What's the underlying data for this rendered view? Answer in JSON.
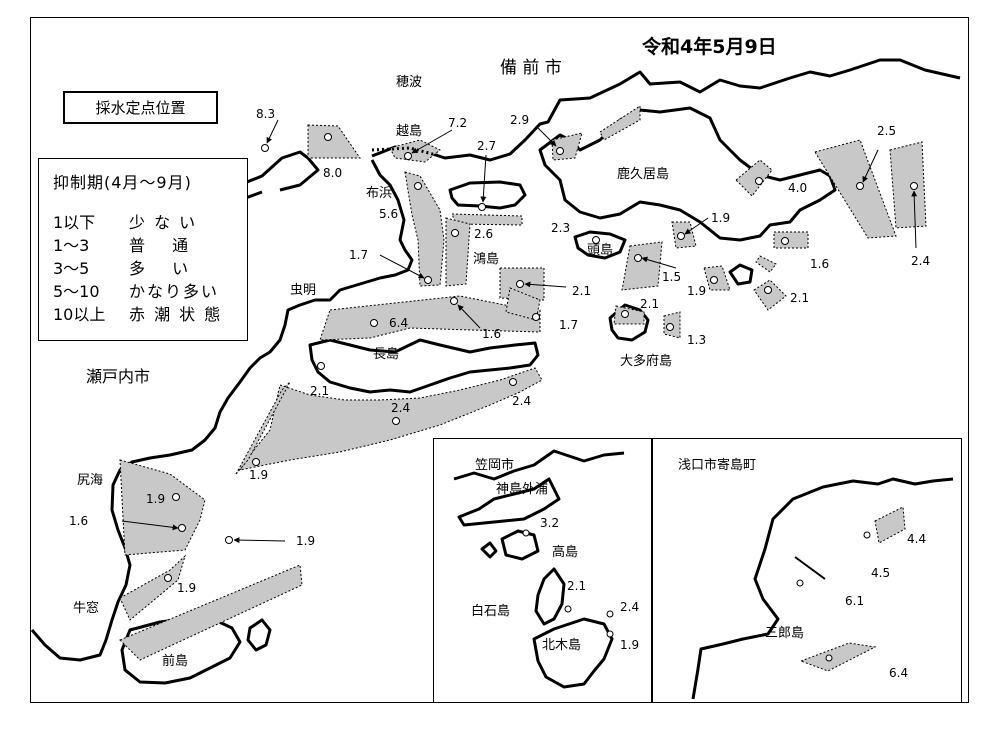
{
  "date": "令和4年5月9日",
  "title": "採水定点位置",
  "legend": {
    "title": "抑制期(4月〜9月)",
    "rows": [
      {
        "range": "1以下",
        "desc": "少 な い"
      },
      {
        "range": "1〜3",
        "desc": "普　 通"
      },
      {
        "range": "3〜5",
        "desc": "多　 い"
      },
      {
        "range": "5〜10",
        "desc": "かなり多い"
      },
      {
        "range": "10以上",
        "desc": "赤 潮 状 態"
      }
    ]
  },
  "places": {
    "bizen": "備 前 市",
    "hoha": "穂波",
    "koshijima": "越島",
    "nunohama": "布浜",
    "kashikojima": "鹿久居島",
    "kashirajima": "頭島",
    "kounoshima": "鴻島",
    "mushiake": "虫明",
    "nagashima": "長島",
    "setouchi": "瀬戸内市",
    "shiriumi": "尻海",
    "ushimado": "牛窓",
    "maejima": "前島",
    "otabushima": "大多府島",
    "kasaoka": "笠岡市",
    "kounoshima_sotoura": "神島外浦",
    "takashima": "高島",
    "shiraishijima": "白石島",
    "kitagishima": "北木島",
    "asakuchi": "浅口市寄島町",
    "saburojima": "三郎島"
  },
  "stations": {
    "s1": "8.3",
    "s2": "8.0",
    "s3": "7.2",
    "s4": "2.9",
    "s5": "2.7",
    "s6": "5.6",
    "s7": "2.6",
    "s8": "2.3",
    "s9": "2.5",
    "s10": "4.0",
    "s11": "2.4",
    "s12": "1.9",
    "s13": "1.6",
    "s14": "1.7",
    "s15": "2.1",
    "s16": "1.5",
    "s17": "1.9",
    "s18": "2.1",
    "s19": "1.7",
    "s20": "6.4",
    "s21": "1.6",
    "s22": "2.1",
    "s23": "1.3",
    "s24": "2.1",
    "s25": "2.4",
    "s26": "2.4",
    "s27": "1.9",
    "s28": "1.9",
    "s29": "1.6",
    "s30": "1.9",
    "s31": "1.9",
    "k1": "3.2",
    "k2": "2.1",
    "k3": "2.4",
    "k4": "1.9",
    "a1": "4.4",
    "a2": "4.5",
    "a3": "6.1",
    "a4": "6.4"
  }
}
